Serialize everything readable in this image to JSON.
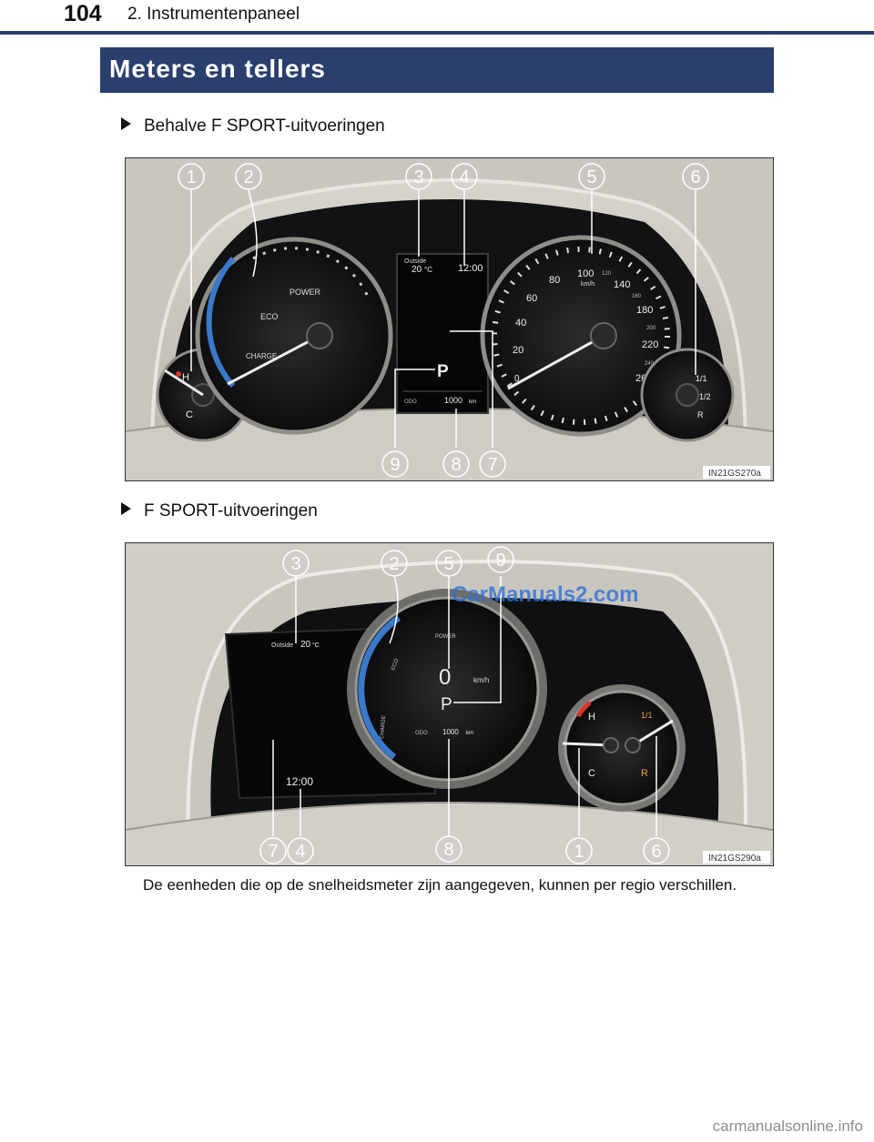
{
  "header": {
    "page_number": "104",
    "section_title": "2. Instrumentenpaneel"
  },
  "banner": {
    "title": "Meters en tellers"
  },
  "section1": {
    "label": "Behalve F SPORT-uitvoeringen",
    "figure_code": "IN21GS270a",
    "callouts": [
      "1",
      "2",
      "3",
      "4",
      "5",
      "6",
      "7",
      "8",
      "9"
    ],
    "display": {
      "outside": "Outside",
      "temp": "20",
      "temp_unit": "°C",
      "time": "12:00",
      "gear": "P",
      "odo_label": "ODO",
      "odo_value": "1000",
      "odo_unit": "km"
    },
    "power_meter": {
      "power": "POWER",
      "eco": "ECO",
      "charge": "CHARGE"
    },
    "temp_gauge": {
      "hot": "H",
      "cold": "C"
    },
    "fuel_gauge": {
      "full": "1/1",
      "half": "1/2",
      "reserve": "R"
    },
    "speedometer": {
      "unit": "km/h",
      "major": [
        "0",
        "20",
        "40",
        "60",
        "80",
        "100",
        "140",
        "180",
        "220",
        "260"
      ],
      "minor": [
        "120",
        "160",
        "200",
        "240"
      ]
    }
  },
  "section2": {
    "label": "F SPORT-uitvoeringen",
    "figure_code": "IN21GS290a",
    "callouts": [
      "3",
      "2",
      "5",
      "9",
      "7",
      "4",
      "8",
      "1",
      "6"
    ],
    "display": {
      "outside": "Outside",
      "temp": "20",
      "temp_unit": "°C",
      "time": "12:00",
      "speed": "0",
      "speed_unit": "km/h",
      "gear": "P",
      "odo_label": "ODO",
      "odo_value": "1000",
      "odo_unit": "km"
    },
    "ring": {
      "power": "POWER",
      "eco": "ECO",
      "charge": "CHARGE"
    },
    "gauge": {
      "hot": "H",
      "cold": "C",
      "full": "1/1",
      "reserve": "R"
    }
  },
  "watermark": "CarManuals2.com",
  "note": "De eenheden die op de snelheidsmeter zijn aangegeven, kunnen per regio verschillen.",
  "footer": "carmanualsonline.info",
  "colors": {
    "brand_blue": "#2a3f6d",
    "gauge_blue": "#3a78c9",
    "hot_red": "#d8352a",
    "watermark_blue": "#2f6fd6"
  }
}
